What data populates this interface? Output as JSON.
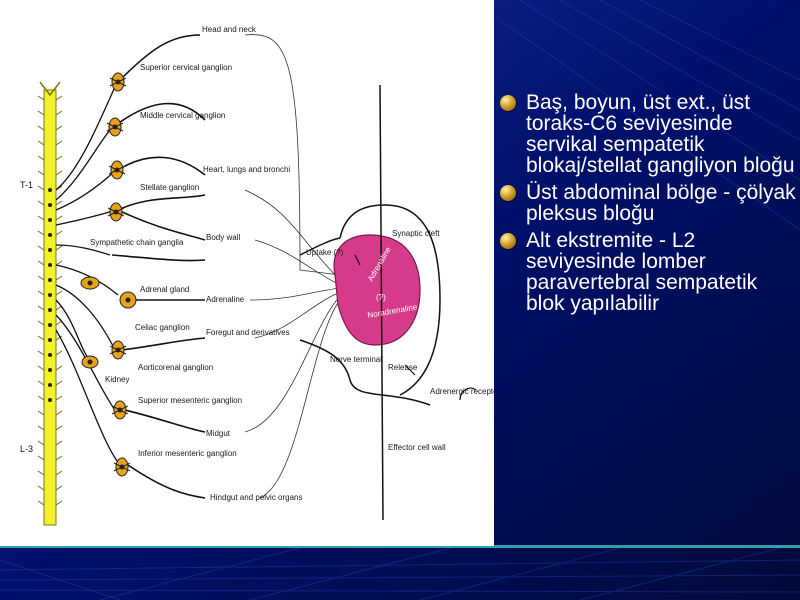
{
  "figure": {
    "labels": {
      "head_neck": "Head and neck",
      "superior_cervical": "Superior cervical ganglion",
      "middle_cervical": "Middle cervical ganglion",
      "heart": "Heart, lungs and bronchi",
      "stellate": "Stellate ganglion",
      "body_wall": "Body wall",
      "sympathetic_chain": "Sympathetic chain ganglia",
      "adrenal_gland": "Adrenal gland",
      "adrenaline": "Adrenaline",
      "celiac": "Celiac ganglion",
      "foregut": "Foregut and derivatives",
      "kidney": "Kidney",
      "aorticorenal": "Aorticorenal ganglion",
      "superior_mesenteric": "Superior mesenteric ganglion",
      "midgut": "Midgut",
      "inferior_mesenteric": "Inferior mesenteric ganglion",
      "hindgut": "Hindgut and pelvic organs",
      "t1": "T-1",
      "l3": "L-3",
      "synaptic_cleft": "Synaptic cleft",
      "uptake": "Uptake (?)",
      "adrenaline_inner": "Adrenaline",
      "question": "(?)",
      "noradrenaline": "Noradrenaline",
      "nerve_terminal": "Nerve terminal",
      "release": "Release",
      "adrenergic_receptor": "Adrenergic receptor",
      "effector_cell_wall": "Effector cell wall"
    }
  },
  "bullets": [
    "Baş, boyun, üst ext., üst toraks-C6 seviyesinde servikal sempatetik blokaj/stellat gangliyon bloğu",
    "Üst abdominal bölge - çölyak pleksus bloğu",
    "Alt ekstremite - L2 seviyesinde lomber paravertebral sempatetik blok yapılabilir"
  ],
  "colors": {
    "slide_background": "#00106a",
    "spinal_cord": "#f4f02a",
    "ganglion": "#e8a21a",
    "nerve_terminal_fill": "#d63a8a",
    "bullet_text": "#ffffff"
  }
}
